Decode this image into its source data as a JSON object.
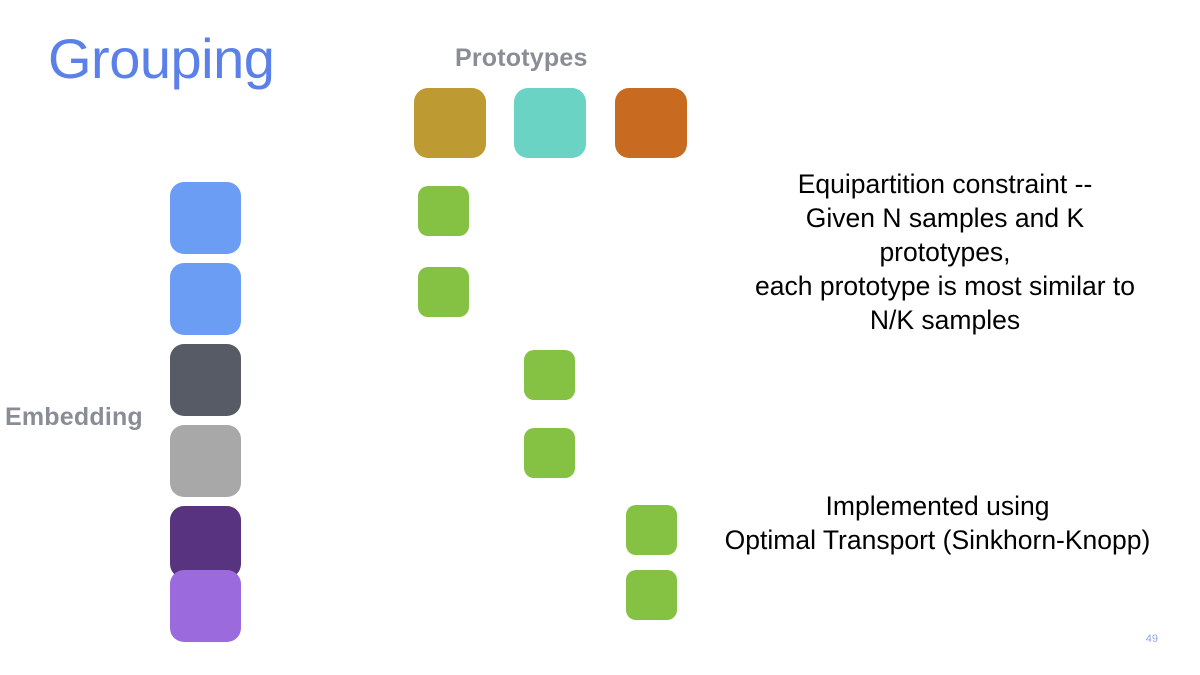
{
  "slide": {
    "title": "Grouping",
    "title_color": "#5b80e9",
    "background_color": "#ffffff",
    "slide_number": "49"
  },
  "headings": {
    "prototypes": "Prototypes",
    "embedding": "Embedding",
    "heading_color": "#8a8d96"
  },
  "prototypes": {
    "tiles": [
      {
        "name": "prototype-tile-gold",
        "color": "#bd9a32"
      },
      {
        "name": "prototype-tile-turquoise",
        "color": "#6bd3c4"
      },
      {
        "name": "prototype-tile-orange",
        "color": "#c96a21"
      }
    ]
  },
  "embedding": {
    "tiles": [
      {
        "name": "embedding-tile-blue-1",
        "color": "#6c9df5"
      },
      {
        "name": "embedding-tile-blue-2",
        "color": "#6c9df5"
      },
      {
        "name": "embedding-tile-dark-gray",
        "color": "#565b66"
      },
      {
        "name": "embedding-tile-light-gray",
        "color": "#a8a8a8"
      },
      {
        "name": "embedding-tile-dark-purple",
        "color": "#583380"
      },
      {
        "name": "embedding-tile-light-purple",
        "color": "#9b6bde"
      }
    ]
  },
  "assignment_matrix": {
    "cell_color": "#85c143",
    "description": "Green assignment cells forming a block-diagonal mapping from 6 embeddings to 3 prototypes",
    "cells": [
      {
        "name": "assignment-cell-r1c1",
        "row": 1,
        "col": 1
      },
      {
        "name": "assignment-cell-r2c1",
        "row": 2,
        "col": 1
      },
      {
        "name": "assignment-cell-r3c2",
        "row": 3,
        "col": 2
      },
      {
        "name": "assignment-cell-r4c2",
        "row": 4,
        "col": 2
      },
      {
        "name": "assignment-cell-r5c3",
        "row": 5,
        "col": 3
      },
      {
        "name": "assignment-cell-r6c3",
        "row": 6,
        "col": 3
      }
    ]
  },
  "notes": {
    "equipartition_line_1": "Equipartition constraint --",
    "equipartition_line_2": "Given N samples and K",
    "equipartition_line_3": "prototypes,",
    "equipartition_line_4": "each prototype is most similar to",
    "equipartition_line_5": "N/K samples",
    "implemented_line_1": "Implemented using",
    "implemented_line_2": "Optimal Transport (Sinkhorn-Knopp)"
  }
}
